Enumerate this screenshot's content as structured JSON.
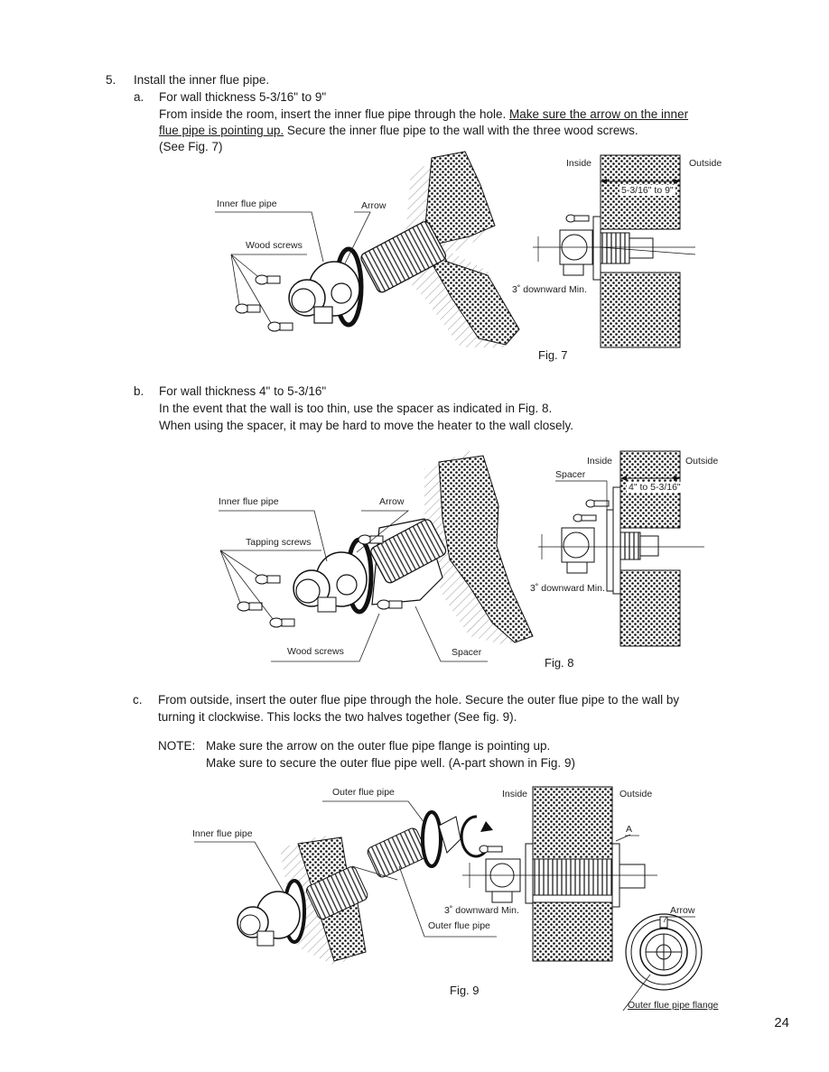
{
  "step5": {
    "num": "5.",
    "title": "Install the inner flue pipe."
  },
  "a": {
    "letter": "a.",
    "heading": "For wall thickness 5-3/16\" to 9\"",
    "line1_pre": "From inside the room, insert the inner flue pipe through the hole. ",
    "line1_u": "Make sure the arrow on the inner",
    "line2_u": "flue pipe is pointing up.",
    "line2_post": " Secure the inner flue pipe to the wall with the three wood screws.",
    "line3": "(See Fig. 7)"
  },
  "fig7": {
    "caption": "Fig. 7",
    "inner_flue_pipe": "Inner flue pipe",
    "arrow": "Arrow",
    "wood_screws": "Wood screws",
    "inside": "Inside",
    "outside": "Outside",
    "dimension": "5-3/16\" to 9\"",
    "downward": "3˚ downward Min."
  },
  "b": {
    "letter": "b.",
    "heading": "For wall thickness 4\" to 5-3/16\"",
    "line1": "In the event that the wall is too thin, use the spacer as indicated in Fig. 8.",
    "line2": "When using the spacer, it may be hard to move the heater to the wall closely."
  },
  "fig8": {
    "caption": "Fig. 8",
    "inner_flue_pipe": "Inner flue pipe",
    "arrow": "Arrow",
    "tapping_screws": "Tapping screws",
    "wood_screws": "Wood screws",
    "spacer": "Spacer",
    "inside": "Inside",
    "spacer_top": "Spacer",
    "outside": "Outside",
    "dimension": "4\" to 5-3/16\"",
    "downward": "3˚ downward Min."
  },
  "c": {
    "letter": "c.",
    "line1": "From outside, insert the outer flue pipe through the hole. Secure the outer flue pipe to the wall by",
    "line2": "turning it clockwise. This locks the two halves together (See fig. 9).",
    "note_label": "NOTE:",
    "note1": "Make sure the arrow on the outer flue pipe flange is pointing up.",
    "note2": "Make sure to secure the outer flue pipe well. (A-part shown in Fig. 9)"
  },
  "fig9": {
    "caption": "Fig. 9",
    "outer_flue_pipe_top": "Outer flue pipe",
    "inner_flue_pipe": "Inner flue pipe",
    "inside": "Inside",
    "outside": "Outside",
    "a_part": "A",
    "downward": "3˚ downward Min.",
    "outer_flue_pipe_bottom": "Outer flue pipe",
    "arrow": "Arrow",
    "flange": "Outer flue pipe flange"
  },
  "page_number": "24"
}
